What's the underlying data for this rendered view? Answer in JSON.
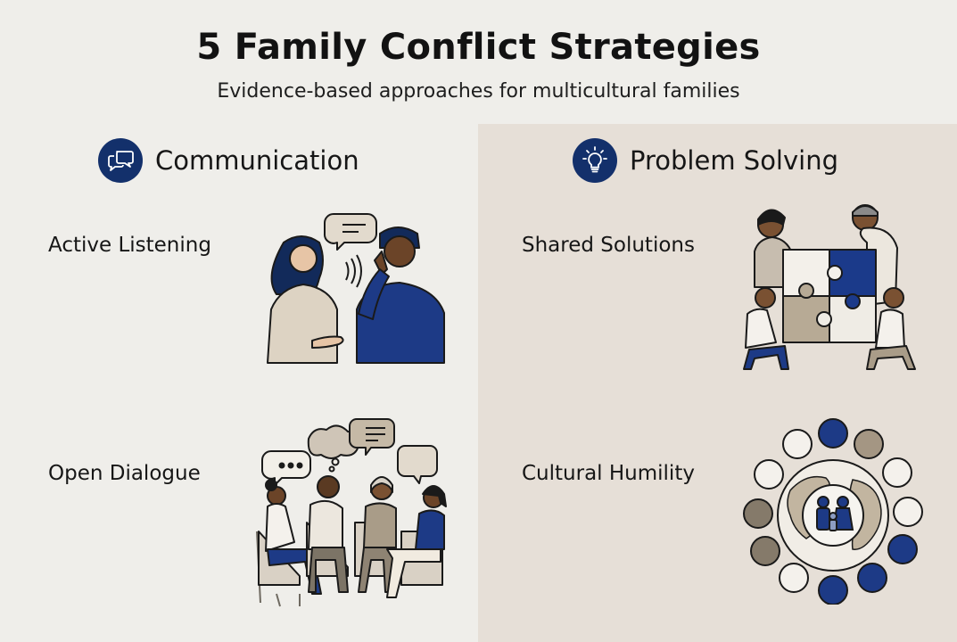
{
  "header": {
    "title": "5 Family Conflict Strategies",
    "subtitle": "Evidence-based approaches for multicultural families"
  },
  "sections": [
    {
      "title": "Communication",
      "icon": "chat-bubbles-icon",
      "strategies": [
        {
          "label": "Active Listening",
          "illustration": "two-people-talking-listening"
        },
        {
          "label": "Open Dialogue",
          "illustration": "four-people-seated-circle-speech-bubbles"
        }
      ]
    },
    {
      "title": "Problem Solving",
      "icon": "lightbulb-icon",
      "strategies": [
        {
          "label": "Shared Solutions",
          "illustration": "family-assembling-puzzle"
        },
        {
          "label": "Cultural Humility",
          "illustration": "globe-family-ring-of-flags"
        }
      ]
    }
  ],
  "colors": {
    "accent_navy": "#13306b",
    "background_left": "#efeeea",
    "background_right": "#e6dfd7",
    "taupe": "#b8ab97",
    "cream": "#f2efe8"
  }
}
